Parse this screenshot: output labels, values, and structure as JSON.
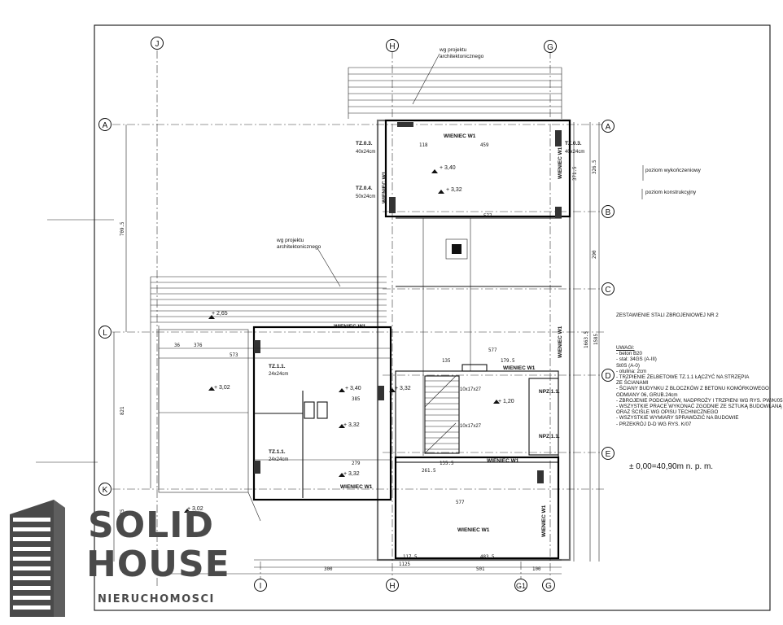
{
  "grid_axes": {
    "top": [
      "J",
      "H",
      "G"
    ],
    "bottom": [
      "I",
      "H",
      "G1",
      "G"
    ],
    "left": [
      "A",
      "L",
      "K"
    ],
    "right": [
      "A",
      "B",
      "C",
      "D",
      "E"
    ]
  },
  "labels": {
    "wg_projektu_top": "wg projektu",
    "architektonicznego_top": "architektonicznego",
    "wg_projektu_mid": "wg projektu",
    "architektonicznego_mid": "architektonicznego",
    "poziom_wykonczeniowy": "poziom wykończeniowy",
    "poziom_konstrukcyjny": "poziom konstrukcyjny",
    "zestawienie": "ZESTAWIENIE STALI ZBROJENIOWEJ NR 2",
    "elevation": "± 0,00=40,90m n. p. m."
  },
  "elements": {
    "tz03_top": "TZ.0.3.",
    "tz03_top_size": "40x24cm",
    "tz04": "TZ.0.4.",
    "tz04_size": "50x24cm",
    "tz03_right": "TZ.0.3.",
    "tz03_right_size": "40x24cm",
    "tz11_a": "TZ.1.1.",
    "tz11_a_size": "24x24cm",
    "tz11_b": "TZ.1.1.",
    "tz11_b_size": "24x24cm",
    "npz11_a": "NPZ.1.1.",
    "npz11_b": "NPZ.1.1.",
    "wieniec_top": "WIENIEC W1",
    "wieniec_mid_left": "WIENIEC W1",
    "wieniec_mid_right": "WIENIEC W1",
    "wieniec_lower": "WIENIEC W1",
    "wieniec_lower_left": "WIENIEC W1",
    "wieniec_bottom": "WIENIEC W1",
    "wieniec_v1": "WIENIEC W1",
    "wieniec_v2": "WIENIEC W1",
    "wieniec_v3": "WIENIEC W1",
    "wieniec_v4": "WIENIEC W1"
  },
  "levels": {
    "l340_top": "+ 3,40",
    "l332_top": "+ 3,32",
    "l265": "+ 2,65",
    "l302_a": "+ 3,02",
    "l340_mid": "+ 3,40",
    "l332_mid": "+ 3,32",
    "l120": "+ 1,20",
    "l332_low1": "+ 3,32",
    "l332_low2": "+ 3,32",
    "l302_b": "+ 3,02"
  },
  "stairs": {
    "upper": "10x17x27",
    "lower": "10x17x27"
  },
  "dimensions": {
    "d459": "459",
    "d118_top": "118",
    "d3715": "371.5",
    "d3265": "326.5",
    "d290": "290",
    "d7095": "709.5",
    "d821": "821",
    "d175": "175",
    "d376": "376",
    "d573": "573",
    "d36": "36",
    "d577_a": "577",
    "d577_b": "577",
    "d577_c": "577",
    "d135": "135",
    "d1795": "179.5",
    "d279": "279",
    "d385": "385",
    "d1355": "135.5",
    "d2615": "261.5",
    "d1125": "1125",
    "d300": "300",
    "d501": "501",
    "d100": "100",
    "d4835": "483.5",
    "d1175": "117.5",
    "d1663": "1663.5",
    "d1585": "1585"
  },
  "notes": {
    "heading": "UWAGI:",
    "lines": [
      "- beton B20",
      "- stal: 34GS (A-III)",
      "         St0S (A-0)",
      "- otulina: 2cm",
      "- TRZPIENIE ŻELBETOWE TZ.1.1 ŁĄCZYĆ NA STRZĘPIA",
      "   ZE ŚCIANAMI",
      "- ŚCIANY BUDYNKU Z BLOCZKÓW Z BETONU KOMÓRKOWEGO",
      "   ODMIANY 06, GRUB.24cm",
      "- ZBROJENIE PODCIĄGÓW, NADPROŻY I TRZPIENI WG RYS. PW/K/05",
      "- WSZYSTKIE PRACE WYKONAĆ ZGODNIE ZE SZTUKĄ BUDOWLANĄ",
      "   ORAZ ŚCIŚLE WG OPISU TECHNICZNEGO",
      "- WSZYSTKIE WYMIARY SPRAWDZIĆ NA BUDOWIE",
      "- PRZEKRÓJ D-D WG RYS. K/07"
    ]
  },
  "logo": {
    "word1": "SOLID",
    "word2": "HOUSE",
    "sub": "NIERUCHOMOSCI",
    "color": "#4a4a4a"
  }
}
